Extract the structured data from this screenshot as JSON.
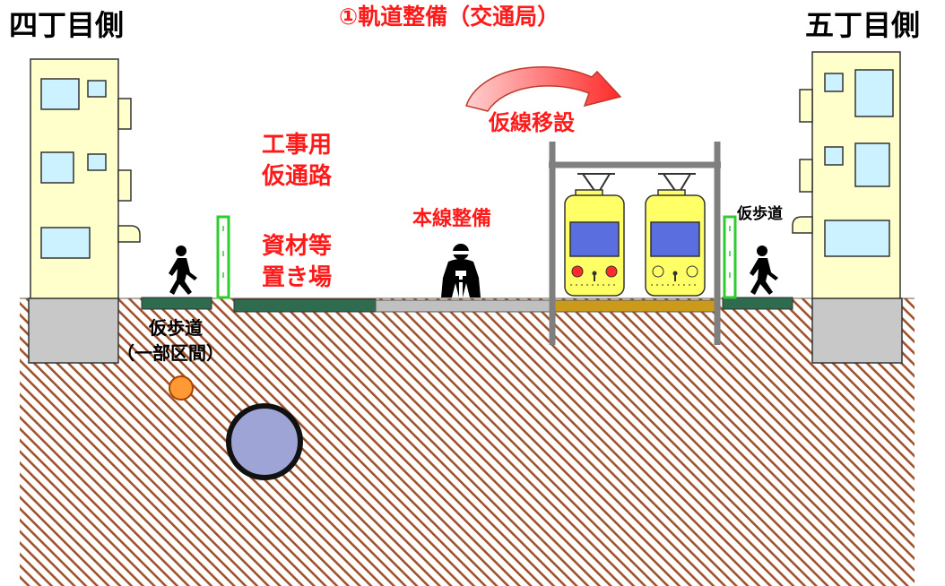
{
  "title": "①軌道整備（交通局）",
  "side_left": "四丁目側",
  "side_right": "五丁目側",
  "labels": {
    "relocation": "仮線移設",
    "work_road_1": "工事用",
    "work_road_2": "仮通路",
    "storage_1": "資材等",
    "storage_2": "置き場",
    "mainline": "本線整備",
    "temp_walk_right": "仮歩道",
    "temp_walk_left_1": "仮歩道",
    "temp_walk_left_2": "（一部区間）"
  },
  "colors": {
    "title_red": "#ff1a1a",
    "building": "#ffffcc",
    "window": "#ccf2ff",
    "walkway": "#2e6b4f",
    "track": "#cc9a1a",
    "mainline_road": "#c0c0c0",
    "tram_body": "#ffff66",
    "tram_window": "#5a6ee0",
    "pipe": "#9ea5d6",
    "soil": "#a05a2c"
  }
}
